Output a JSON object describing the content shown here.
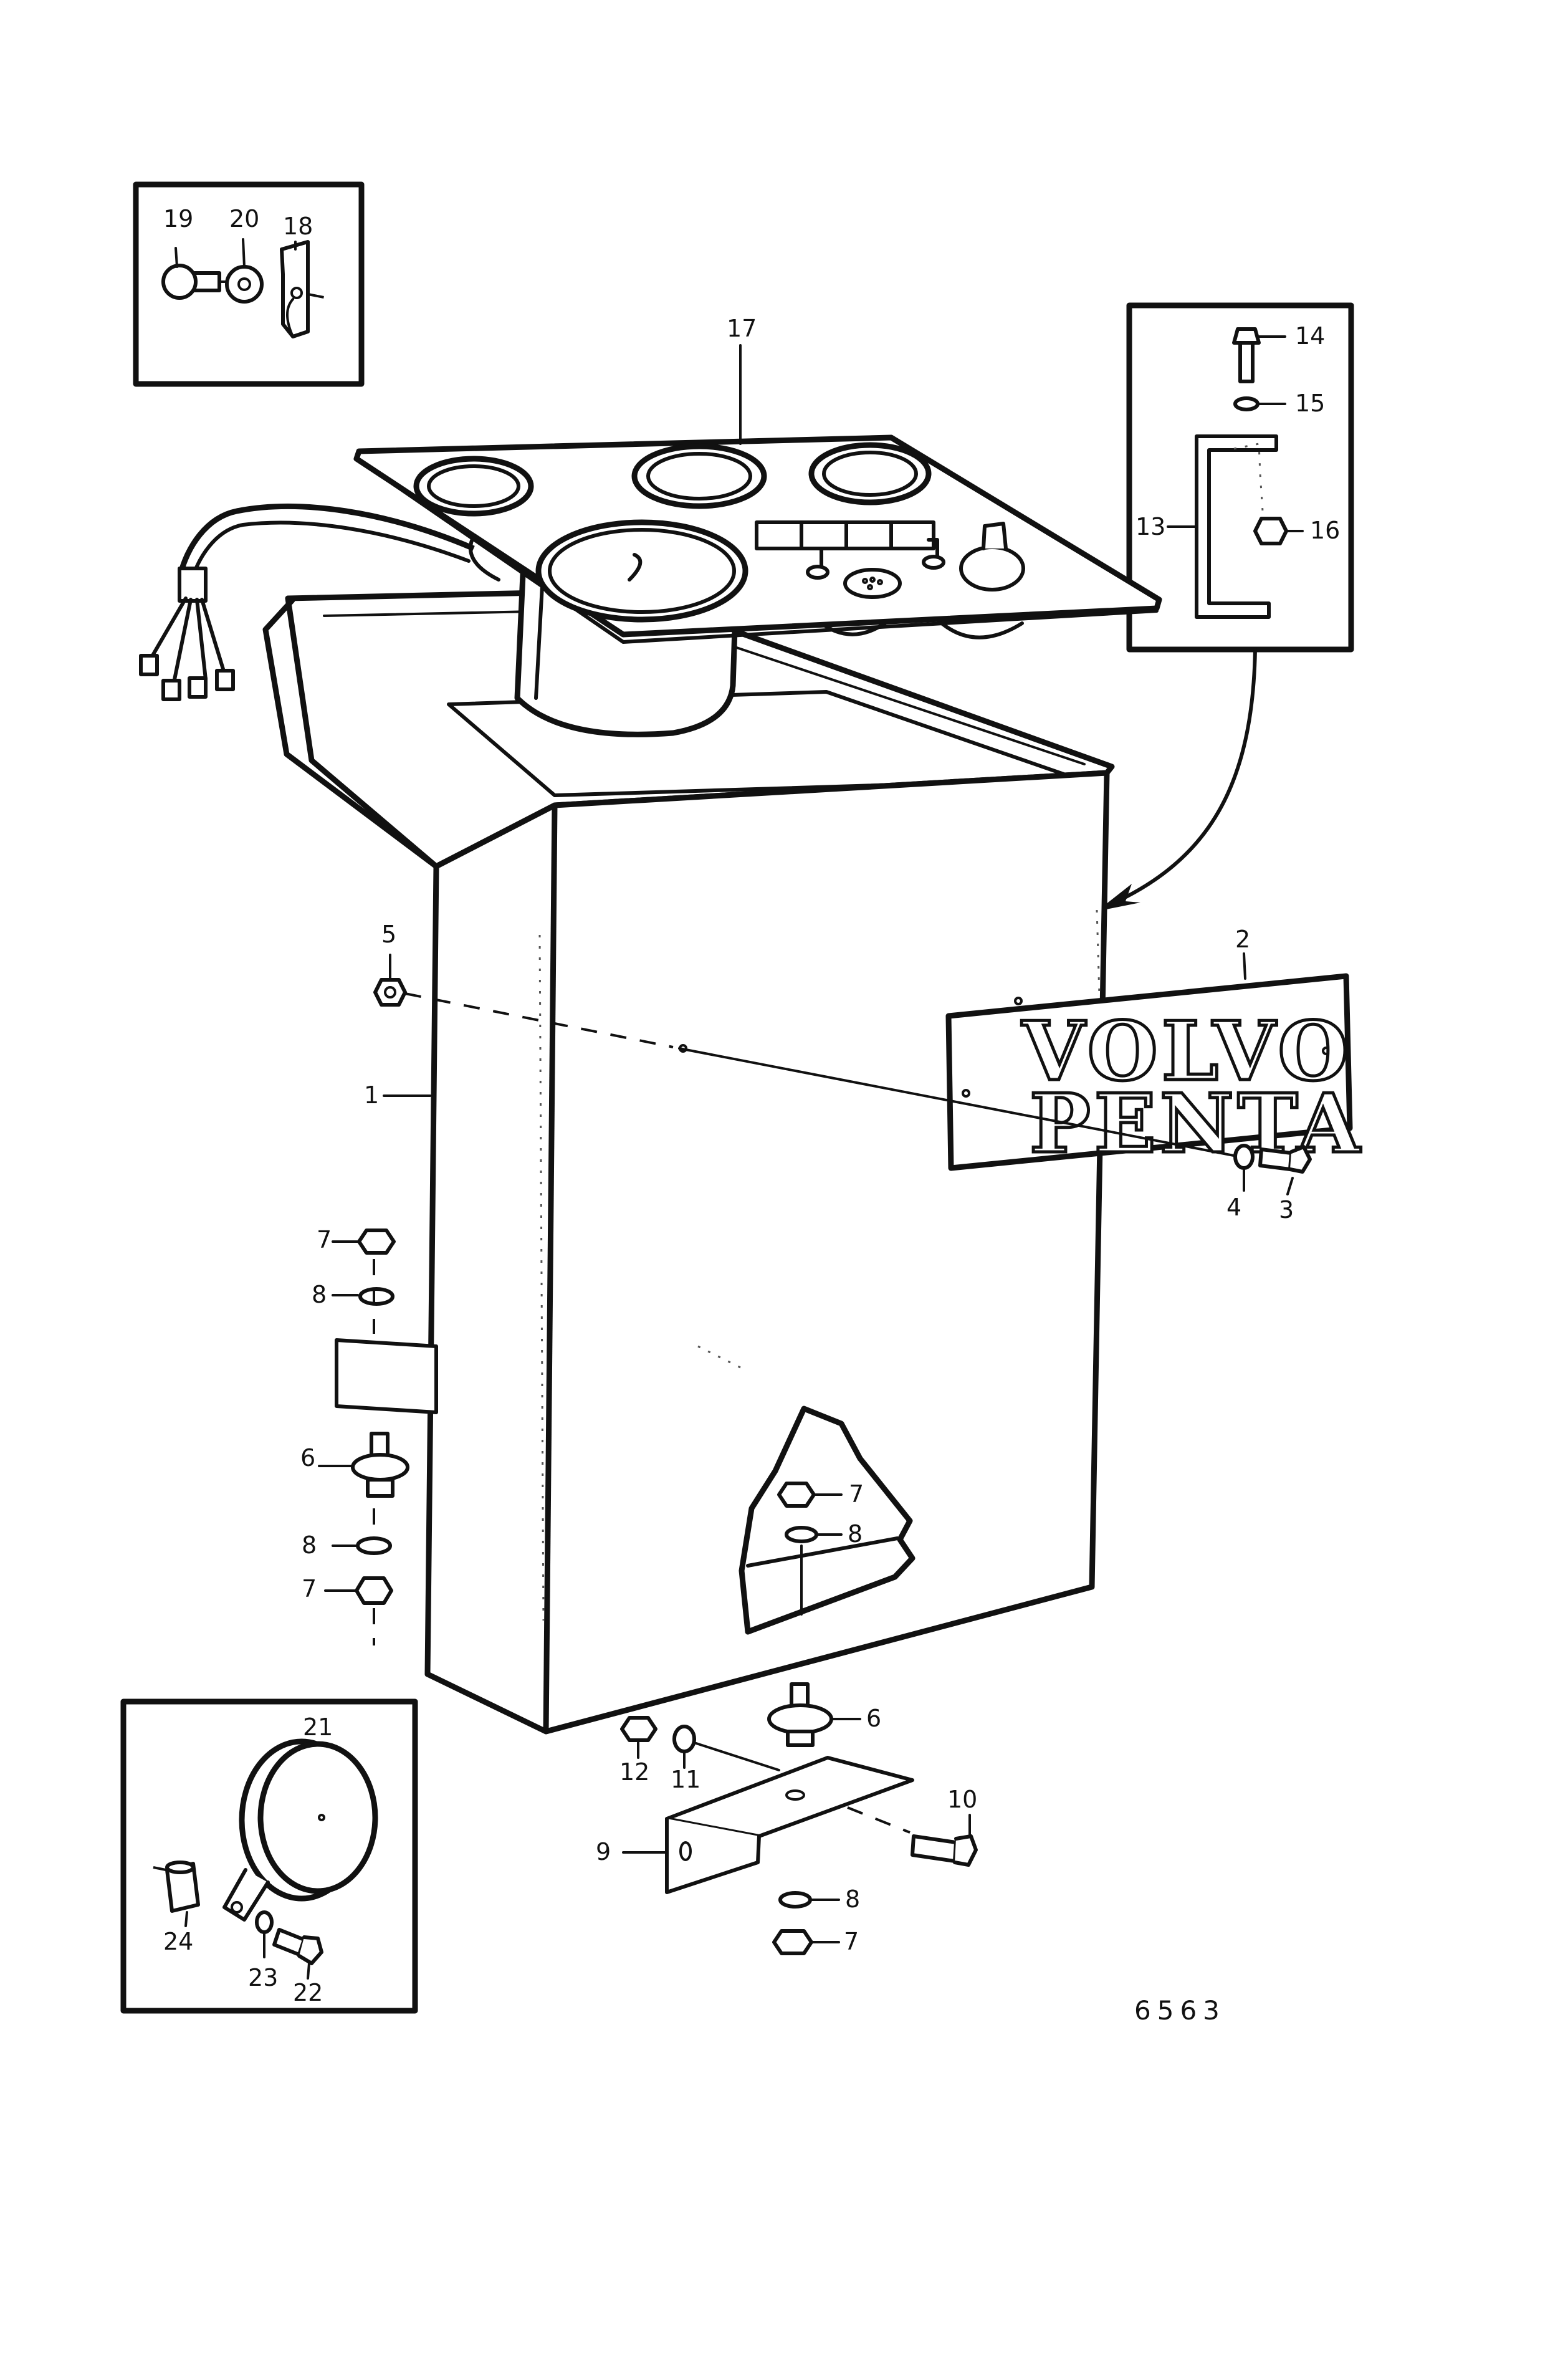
{
  "drawing_code": "6563",
  "nameplate": {
    "line1": "VOLVO",
    "line2": "PENTA"
  },
  "labels": [
    {
      "id": "p1",
      "text": "1"
    },
    {
      "id": "p2",
      "text": "2"
    },
    {
      "id": "p3",
      "text": "3"
    },
    {
      "id": "p4",
      "text": "4"
    },
    {
      "id": "p5",
      "text": "5"
    },
    {
      "id": "p6a",
      "text": "6"
    },
    {
      "id": "p6b",
      "text": "6"
    },
    {
      "id": "p7a",
      "text": "7"
    },
    {
      "id": "p7b",
      "text": "7"
    },
    {
      "id": "p7c",
      "text": "7"
    },
    {
      "id": "p7d",
      "text": "7"
    },
    {
      "id": "p8a",
      "text": "8"
    },
    {
      "id": "p8b",
      "text": "8"
    },
    {
      "id": "p8c",
      "text": "8"
    },
    {
      "id": "p8d",
      "text": "8"
    },
    {
      "id": "p9",
      "text": "9"
    },
    {
      "id": "p10",
      "text": "10"
    },
    {
      "id": "p11",
      "text": "11"
    },
    {
      "id": "p12",
      "text": "12"
    },
    {
      "id": "p13",
      "text": "13"
    },
    {
      "id": "p14",
      "text": "14"
    },
    {
      "id": "p15",
      "text": "15"
    },
    {
      "id": "p16",
      "text": "16"
    },
    {
      "id": "p17",
      "text": "17"
    },
    {
      "id": "p18",
      "text": "18"
    },
    {
      "id": "p19",
      "text": "19"
    },
    {
      "id": "p20",
      "text": "20"
    },
    {
      "id": "p21",
      "text": "21"
    },
    {
      "id": "p22",
      "text": "22"
    },
    {
      "id": "p23",
      "text": "23"
    },
    {
      "id": "p24",
      "text": "24"
    }
  ]
}
